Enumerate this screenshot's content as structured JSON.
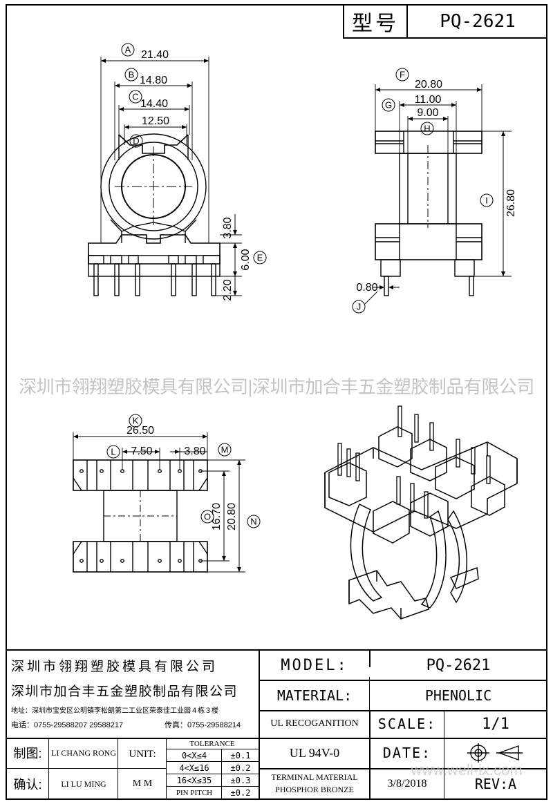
{
  "header": {
    "model_label": "型号",
    "model_value": "PQ-2621"
  },
  "watermark_banner": "深圳市翎翔塑胶模具有限公司|深圳市加合丰五金塑胶制品有限公司",
  "dimensions": {
    "A": {
      "letter": "A",
      "value": "21.40"
    },
    "B": {
      "letter": "B",
      "value": "14.80"
    },
    "C": {
      "letter": "C",
      "value": "14.40"
    },
    "D": {
      "letter": "D",
      "value": "12.50"
    },
    "E": {
      "letter": "E",
      "value_top": "3.80",
      "value_mid": "6.00",
      "value_bottom": "2.20"
    },
    "F": {
      "letter": "F",
      "value": "20.80"
    },
    "G": {
      "letter": "G",
      "value": "11.00"
    },
    "H": {
      "letter": "H",
      "value": "9.00"
    },
    "I": {
      "letter": "I",
      "value": "26.80"
    },
    "J": {
      "letter": "J",
      "value": "0.80"
    },
    "K": {
      "letter": "K",
      "value": "26.50"
    },
    "L": {
      "letter": "L",
      "value": "7.50"
    },
    "M": {
      "letter": "M",
      "value": "3.80"
    },
    "O": {
      "letter": "O",
      "value": "16.70"
    },
    "N": {
      "letter": "N",
      "value": "20.80"
    }
  },
  "title_block": {
    "company1": "深圳市翎翔塑胶模具有限公司",
    "company2": "深圳市加合丰五金塑胶制品有限公司",
    "address": "地址：深圳市宝安区公明镇李松朗第二工业区荣泰佳工业园４栋３楼",
    "phone": "电话：0755-29588207  29588217",
    "fax": "传真：0755-29588214",
    "model_label": "MODEL:",
    "model_value": "PQ-2621",
    "material_label": "MATERIAL:",
    "material_value": "PHENOLIC",
    "ul_label": "UL RECOGANITION",
    "ul_value": "UL 94V-0",
    "scale_label": "SCALE:",
    "scale_value": "1/1",
    "drawn_label": "制图:",
    "drawn_value": "LI CHANG RONG",
    "checked_label": "确认:",
    "checked_value": "LI LU MING",
    "unit_label": "UNIT:",
    "unit_value": "M M",
    "tolerance_title": "TOLERANCE",
    "tolerance_rows": [
      {
        "range": "0<X≤4",
        "tol": "±0.1"
      },
      {
        "range": "4<X≤16",
        "tol": "±0.2"
      },
      {
        "range": "16<X≤35",
        "tol": "±0.3"
      },
      {
        "range": "PIN PITCH",
        "tol": "±0.2"
      }
    ],
    "terminal_line1": "TERMINAL MATERIAL",
    "terminal_line2": "PHOSPHOR  BRONZE",
    "date_label": "DATE:",
    "date_value": "3/8/2018",
    "rev_label": "REV:A",
    "site_watermark": "www.well-ix.com"
  }
}
